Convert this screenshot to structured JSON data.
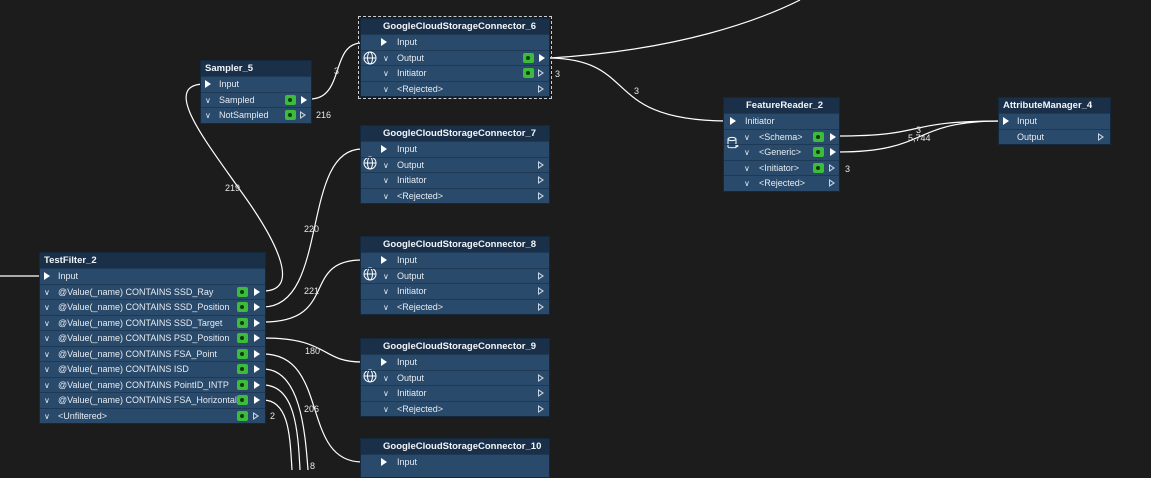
{
  "canvas": {
    "background": "#1c1c1c",
    "node_color": "#2a4a6b",
    "header_color": "#1a2f48",
    "enabled_color": "#3bbd3b"
  },
  "nodes": {
    "sampler": {
      "title": "Sampler_5",
      "ports": [
        "Input",
        "Sampled",
        "NotSampled"
      ]
    },
    "gcs6": {
      "title": "GoogleCloudStorageConnector_6",
      "ports": [
        "Input",
        "Output",
        "Initiator",
        "<Rejected>"
      ]
    },
    "gcs7": {
      "title": "GoogleCloudStorageConnector_7",
      "ports": [
        "Input",
        "Output",
        "Initiator",
        "<Rejected>"
      ]
    },
    "gcs8": {
      "title": "GoogleCloudStorageConnector_8",
      "ports": [
        "Input",
        "Output",
        "Initiator",
        "<Rejected>"
      ]
    },
    "gcs9": {
      "title": "GoogleCloudStorageConnector_9",
      "ports": [
        "Input",
        "Output",
        "Initiator",
        "<Rejected>"
      ]
    },
    "gcs10": {
      "title": "GoogleCloudStorageConnector_10",
      "ports": [
        "Input"
      ]
    },
    "fr": {
      "title": "FeatureReader_2",
      "ports": [
        "Initiator",
        "<Schema>",
        "<Generic>",
        "<Initiator>",
        "<Rejected>"
      ]
    },
    "am": {
      "title": "AttributeManager_4",
      "ports": [
        "Input",
        "Output"
      ]
    },
    "tf": {
      "title": "TestFilter_2",
      "ports": [
        "Input",
        "@Value(_name) CONTAINS SSD_Ray",
        "@Value(_name) CONTAINS SSD_Position",
        "@Value(_name) CONTAINS SSD_Target",
        "@Value(_name) CONTAINS PSD_Position",
        "@Value(_name) CONTAINS FSA_Point",
        "@Value(_name) CONTAINS ISD",
        "@Value(_name) CONTAINS PointID_INTP",
        "@Value(_name) CONTAINS FSA_Horizontal",
        "<Unfiltered>"
      ]
    }
  },
  "counts": {
    "sampler_in": "3",
    "sampler_notsampled": "216",
    "gcs6_initiator": "3",
    "gcs6_out": "3",
    "fr_initiator": "3",
    "fr_schema": "3",
    "fr_generic": "5,744",
    "ray": "219",
    "position": "220",
    "target": "221",
    "psd": "180",
    "fsa": "206",
    "isd": "8",
    "unfiltered": "2"
  },
  "icons": {
    "connector": "globe-icon",
    "reader": "database-icon"
  }
}
